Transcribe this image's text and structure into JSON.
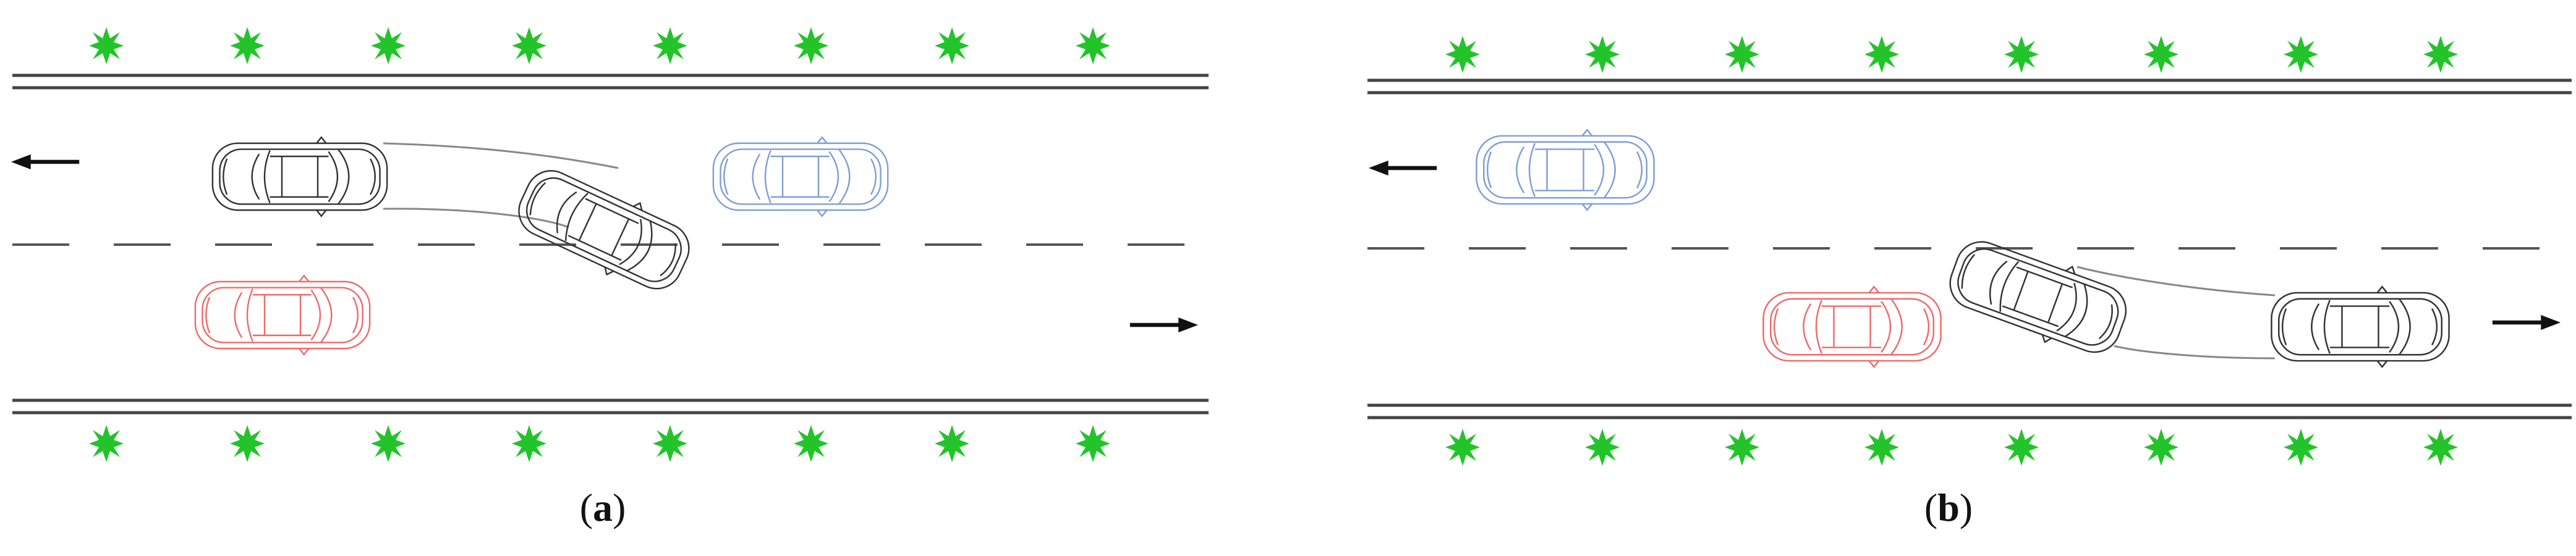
{
  "panels": [
    {
      "id": "a",
      "caption_label": "a",
      "vehicles": [
        {
          "role": "merging-vehicle-start",
          "color": "#333333"
        },
        {
          "role": "merging-vehicle-cutting-in",
          "color": "#333333"
        },
        {
          "role": "lead-vehicle",
          "color": "#7e9fd6"
        },
        {
          "role": "opposite-lane-vehicle",
          "color": "#ee6a6a"
        }
      ]
    },
    {
      "id": "b",
      "caption_label": "b",
      "vehicles": [
        {
          "role": "lead-vehicle",
          "color": "#7e9fd6"
        },
        {
          "role": "rear-ended-vehicle",
          "color": "#ee6a6a"
        },
        {
          "role": "merging-vehicle-cutting-in",
          "color": "#333333"
        },
        {
          "role": "merging-vehicle-start",
          "color": "#333333"
        }
      ]
    }
  ],
  "colors": {
    "tree": "#22c42a",
    "road_edge": "#444444",
    "lane_marking": "#555555",
    "arrow": "#111111",
    "trajectory": "#888888"
  },
  "icons": [
    "tree-icon",
    "arrow-left-icon",
    "arrow-right-icon",
    "car-icon"
  ]
}
